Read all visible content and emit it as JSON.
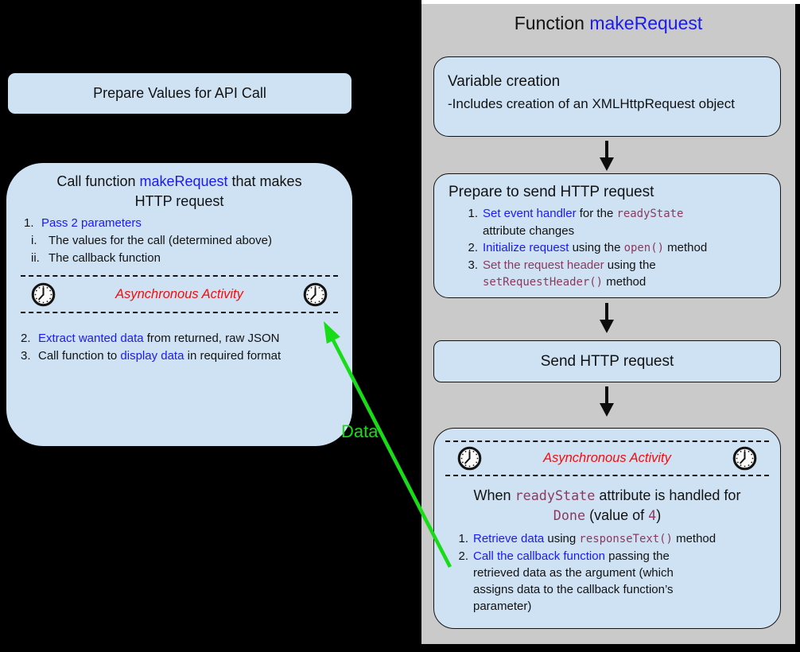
{
  "colors": {
    "background": "#000000",
    "panel_gray": "#cacaca",
    "box_blue": "#cfe2f3",
    "text_blue": "#1a1af5",
    "code_maroon": "#8b3a5e",
    "async_red": "#f20d0d",
    "arrow_green": "#17dc17"
  },
  "left": {
    "prepare_box_label": "Prepare Values for API Call",
    "call_box": {
      "title_line1": [
        {
          "t": "Call function ",
          "s": "plain"
        },
        {
          "t": "makeRequest",
          "s": "blue"
        },
        {
          "t": " that makes",
          "s": "plain"
        }
      ],
      "title_line2": [
        {
          "t": "HTTP request",
          "s": "plain"
        }
      ],
      "items_top": [
        {
          "num": "1.",
          "lines": [
            [
              {
                "t": "Pass 2 parameters",
                "s": "blue"
              }
            ]
          ]
        },
        {
          "num": "i.",
          "lines": [
            [
              {
                "t": "The values for the call (determined above)",
                "s": "plain"
              }
            ]
          ]
        },
        {
          "num": "ii.",
          "lines": [
            [
              {
                "t": "The callback function",
                "s": "plain"
              }
            ]
          ]
        }
      ],
      "async_label": "Asynchronous Activity",
      "items_bottom": [
        {
          "num": "2.",
          "lines": [
            [
              {
                "t": "Extract wanted data",
                "s": "blue"
              },
              {
                "t": " from returned, raw JSON",
                "s": "plain"
              }
            ]
          ]
        },
        {
          "num": "3.",
          "lines": [
            [
              {
                "t": "Call function to ",
                "s": "plain"
              },
              {
                "t": "display data",
                "s": "blue"
              },
              {
                "t": " in required format",
                "s": "plain"
              }
            ]
          ]
        }
      ]
    }
  },
  "panel": {
    "title": [
      {
        "t": "Function ",
        "s": "plain"
      },
      {
        "t": "makeRequest",
        "s": "blue"
      }
    ],
    "variable_box": {
      "title": "Variable creation",
      "subtitle": "-Includes creation of an XMLHttpRequest object"
    },
    "prepare_box": {
      "title": "Prepare to send HTTP request",
      "items": [
        {
          "num": "1.",
          "lines": [
            [
              {
                "t": "Set event handler",
                "s": "blue"
              },
              {
                "t": " for the ",
                "s": "plain"
              },
              {
                "t": "readyState",
                "s": "code"
              }
            ],
            [
              {
                "t": "attribute changes",
                "s": "plain"
              }
            ]
          ]
        },
        {
          "num": "2.",
          "lines": [
            [
              {
                "t": "Initialize request",
                "s": "blue"
              },
              {
                "t": " using the ",
                "s": "plain"
              },
              {
                "t": "open()",
                "s": "code"
              },
              {
                "t": " method",
                "s": "plain"
              }
            ]
          ]
        },
        {
          "num": "3.",
          "lines": [
            [
              {
                "t": "Set the request header",
                "s": "maroon"
              },
              {
                "t": " using the",
                "s": "plain"
              }
            ],
            [
              {
                "t": "setRequestHeader()",
                "s": "code"
              },
              {
                "t": " method",
                "s": "plain"
              }
            ]
          ]
        }
      ]
    },
    "send_box_label": "Send HTTP request",
    "async_box": {
      "async_label": "Asynchronous Activity",
      "when_line1": [
        {
          "t": "When ",
          "s": "plain"
        },
        {
          "t": "readyState",
          "s": "code"
        },
        {
          "t": " attribute is handled for",
          "s": "plain"
        }
      ],
      "when_line2": [
        {
          "t": "Done",
          "s": "code"
        },
        {
          "t": " (value of ",
          "s": "plain"
        },
        {
          "t": "4",
          "s": "code"
        },
        {
          "t": ")",
          "s": "plain"
        }
      ],
      "items": [
        {
          "num": "1.",
          "lines": [
            [
              {
                "t": "Retrieve data",
                "s": "blue"
              },
              {
                "t": " using ",
                "s": "plain"
              },
              {
                "t": "responseText()",
                "s": "code"
              },
              {
                "t": " method",
                "s": "plain"
              }
            ]
          ]
        },
        {
          "num": "2.",
          "lines": [
            [
              {
                "t": "Call the callback function",
                "s": "blue"
              },
              {
                "t": " passing the",
                "s": "plain"
              }
            ],
            [
              {
                "t": "retrieved data as the argument (which",
                "s": "plain"
              }
            ],
            [
              {
                "t": "assigns data to the callback function’s",
                "s": "plain"
              }
            ],
            [
              {
                "t": "parameter)",
                "s": "plain"
              }
            ]
          ]
        }
      ]
    }
  },
  "arrow": {
    "label": "Data"
  }
}
